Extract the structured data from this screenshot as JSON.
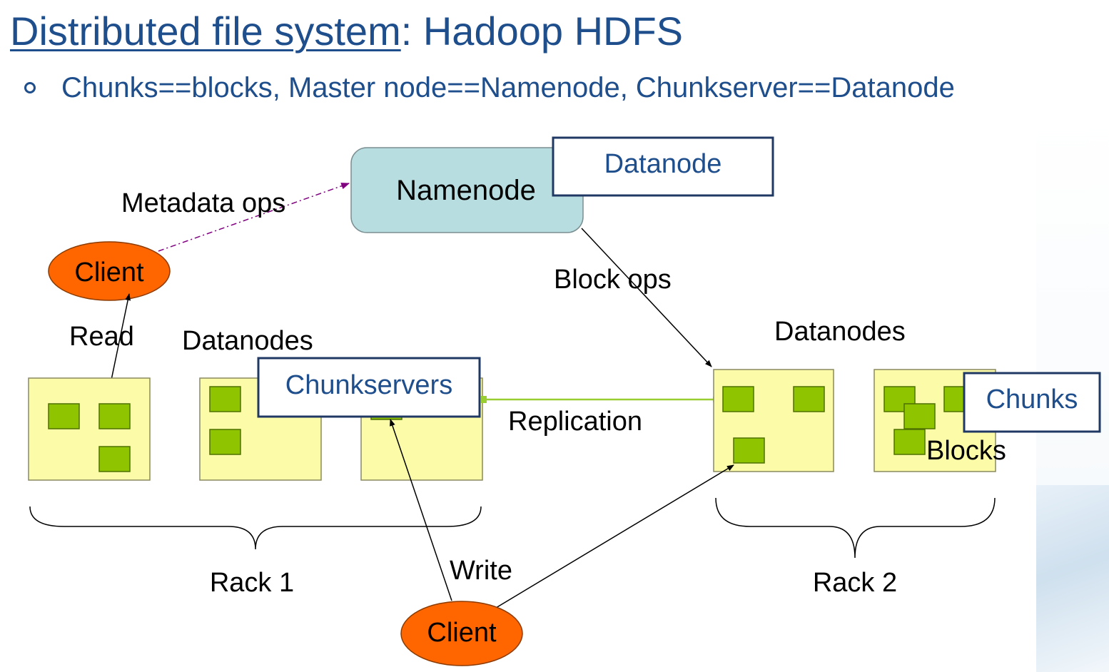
{
  "title": {
    "underlined": "Distributed file system",
    "rest": ": Hadoop HDFS"
  },
  "bullet": "Chunks==blocks, Master node==Namenode, Chunkserver==Datanode",
  "diagram": {
    "namenode": "Namenode",
    "callout_datanode": "Datanode",
    "callout_chunkservers": "Chunkservers",
    "callout_chunks": "Chunks",
    "metadata_ops": "Metadata ops",
    "block_ops": "Block ops",
    "client_top": "Client",
    "client_bottom": "Client",
    "read": "Read",
    "write": "Write",
    "datanodes_left": "Datanodes",
    "datanodes_right": "Datanodes",
    "replication": "Replication",
    "blocks": "Blocks",
    "rack1": "Rack 1",
    "rack2": "Rack 2"
  },
  "colors": {
    "title": "#1f4e8c",
    "namenode_fill": "#b8dde0",
    "datanode_fill": "#fcfca8",
    "block_fill": "#8fc400",
    "client_fill": "#ff6600",
    "metadata_arrow": "#800080",
    "replication_line": "#9acd32"
  }
}
